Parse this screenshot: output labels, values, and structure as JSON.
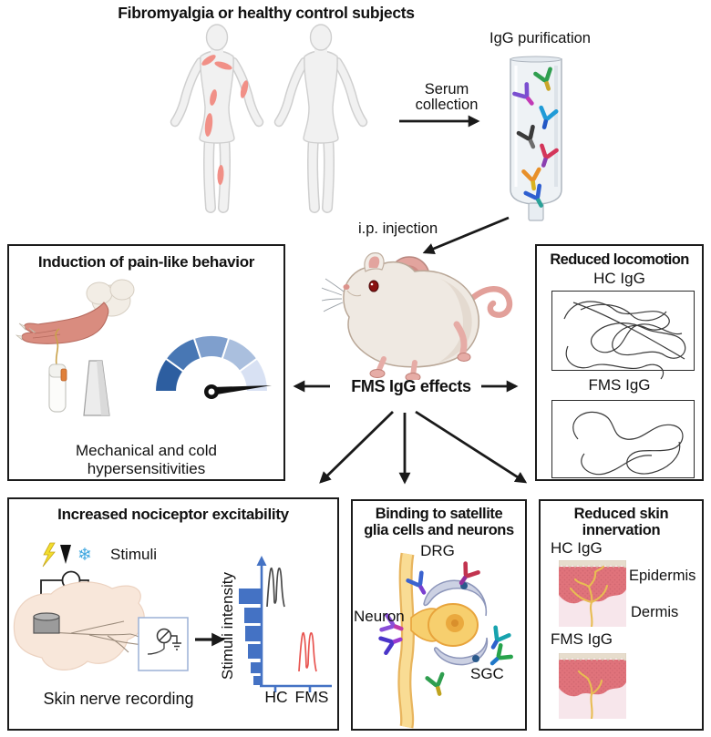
{
  "title": "Fibromyalgia or healthy control subjects",
  "flow": {
    "serum_line1": "Serum",
    "serum_line2": "collection",
    "igg_purification": "IgG purification",
    "ip_injection": "i.p. injection",
    "fms_effects": "FMS IgG effects"
  },
  "panels": {
    "pain": {
      "title": "Induction of pain-like behavior",
      "caption_line1": "Mechanical and cold",
      "caption_line2": "hypersensitivities"
    },
    "locomotion": {
      "title": "Reduced locomotion",
      "hc": "HC IgG",
      "fms": "FMS IgG"
    },
    "nociceptor": {
      "title": "Increased nociceptor excitability",
      "stimuli": "Stimuli",
      "caption": "Skin nerve recording",
      "yaxis": "Stimuli intensity",
      "tick_hc": "HC",
      "tick_fms": "FMS"
    },
    "binding": {
      "title_line1": "Binding to satellite",
      "title_line2": "glia cells and neurons",
      "drg": "DRG",
      "neuron": "Neuron",
      "sgc": "SGC"
    },
    "skin": {
      "title_line1": "Reduced skin",
      "title_line2": "innervation",
      "hc": "HC IgG",
      "fms": "FMS IgG",
      "epidermis": "Epidermis",
      "dermis": "Dermis"
    }
  },
  "colors": {
    "pain_patch": "#f28b82",
    "gauge_segments": [
      "#2d5ea0",
      "#4877b4",
      "#7f9fcd",
      "#aabfde",
      "#d8e1f3"
    ],
    "bar_blue": "#4472c4",
    "spike_hc": "#4a4a4a",
    "spike_fms": "#e85450",
    "nerve_yellow": "#e8bd53",
    "epidermis_red": "#e0737b",
    "dermis_pink": "#f7e6eb",
    "mouse_pink": "#e2a49e",
    "arrow_black": "#1a1a1a"
  }
}
